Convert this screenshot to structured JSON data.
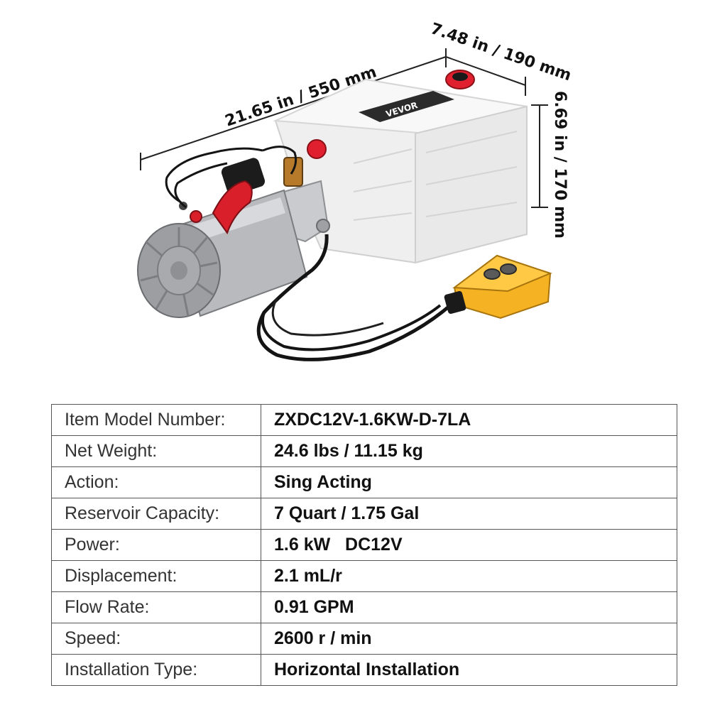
{
  "dimensions": {
    "length": "21.65 in / 550 mm",
    "depth": "7.48 in / 190 mm",
    "height": "6.69 in / 170 mm"
  },
  "product": {
    "brand": "VEVOR"
  },
  "specs": [
    {
      "label": "Item Model Number:",
      "value": "ZXDC12V-1.6KW-D-7LA"
    },
    {
      "label": "Net Weight:",
      "value": "24.6 lbs / 11.15 kg"
    },
    {
      "label": "Action:",
      "value": "Sing Acting"
    },
    {
      "label": "Reservoir Capacity:",
      "value": "7 Quart / 1.75 Gal"
    },
    {
      "label": "Power:",
      "value": "1.6 kW   DC12V"
    },
    {
      "label": "Displacement:",
      "value": "2.1 mL/r"
    },
    {
      "label": "Flow Rate:",
      "value": "0.91 GPM"
    },
    {
      "label": "Speed:",
      "value": "2600 r / min"
    },
    {
      "label": "Installation Type:",
      "value": "Horizontal Installation"
    }
  ],
  "colors": {
    "reservoir": "#f4f4f4",
    "cap_red": "#e0202e",
    "controller_yellow": "#f5b323",
    "motor_gray": "#b8babd",
    "cable": "#141414",
    "table_border": "#555555"
  }
}
